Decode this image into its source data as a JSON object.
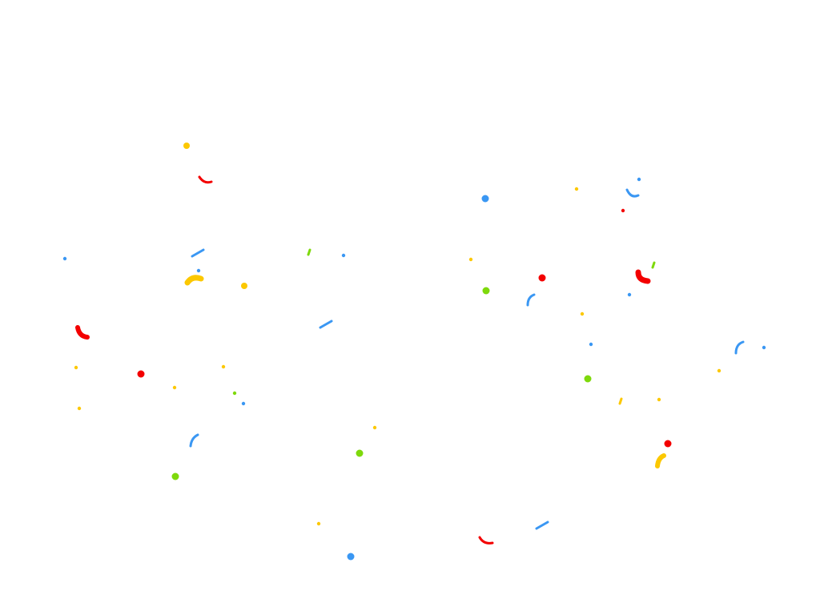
{
  "colors": {
    "background": "#ffffff",
    "red": "#f30000",
    "blue": "#3a97f3",
    "yellow": "#fcc800",
    "green": "#7ed90b"
  },
  "confetti_shapes": [
    "dot",
    "arc",
    "dash",
    "comma"
  ]
}
